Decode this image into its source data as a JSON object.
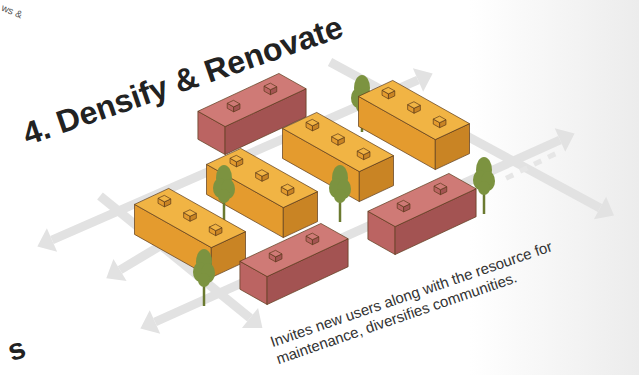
{
  "diagram": {
    "title": "4. Densify & Renovate",
    "caption": "Invites new users along with the resource for maintenance, diversifies communities.",
    "labels": [
      "ws &",
      "s"
    ]
  }
}
